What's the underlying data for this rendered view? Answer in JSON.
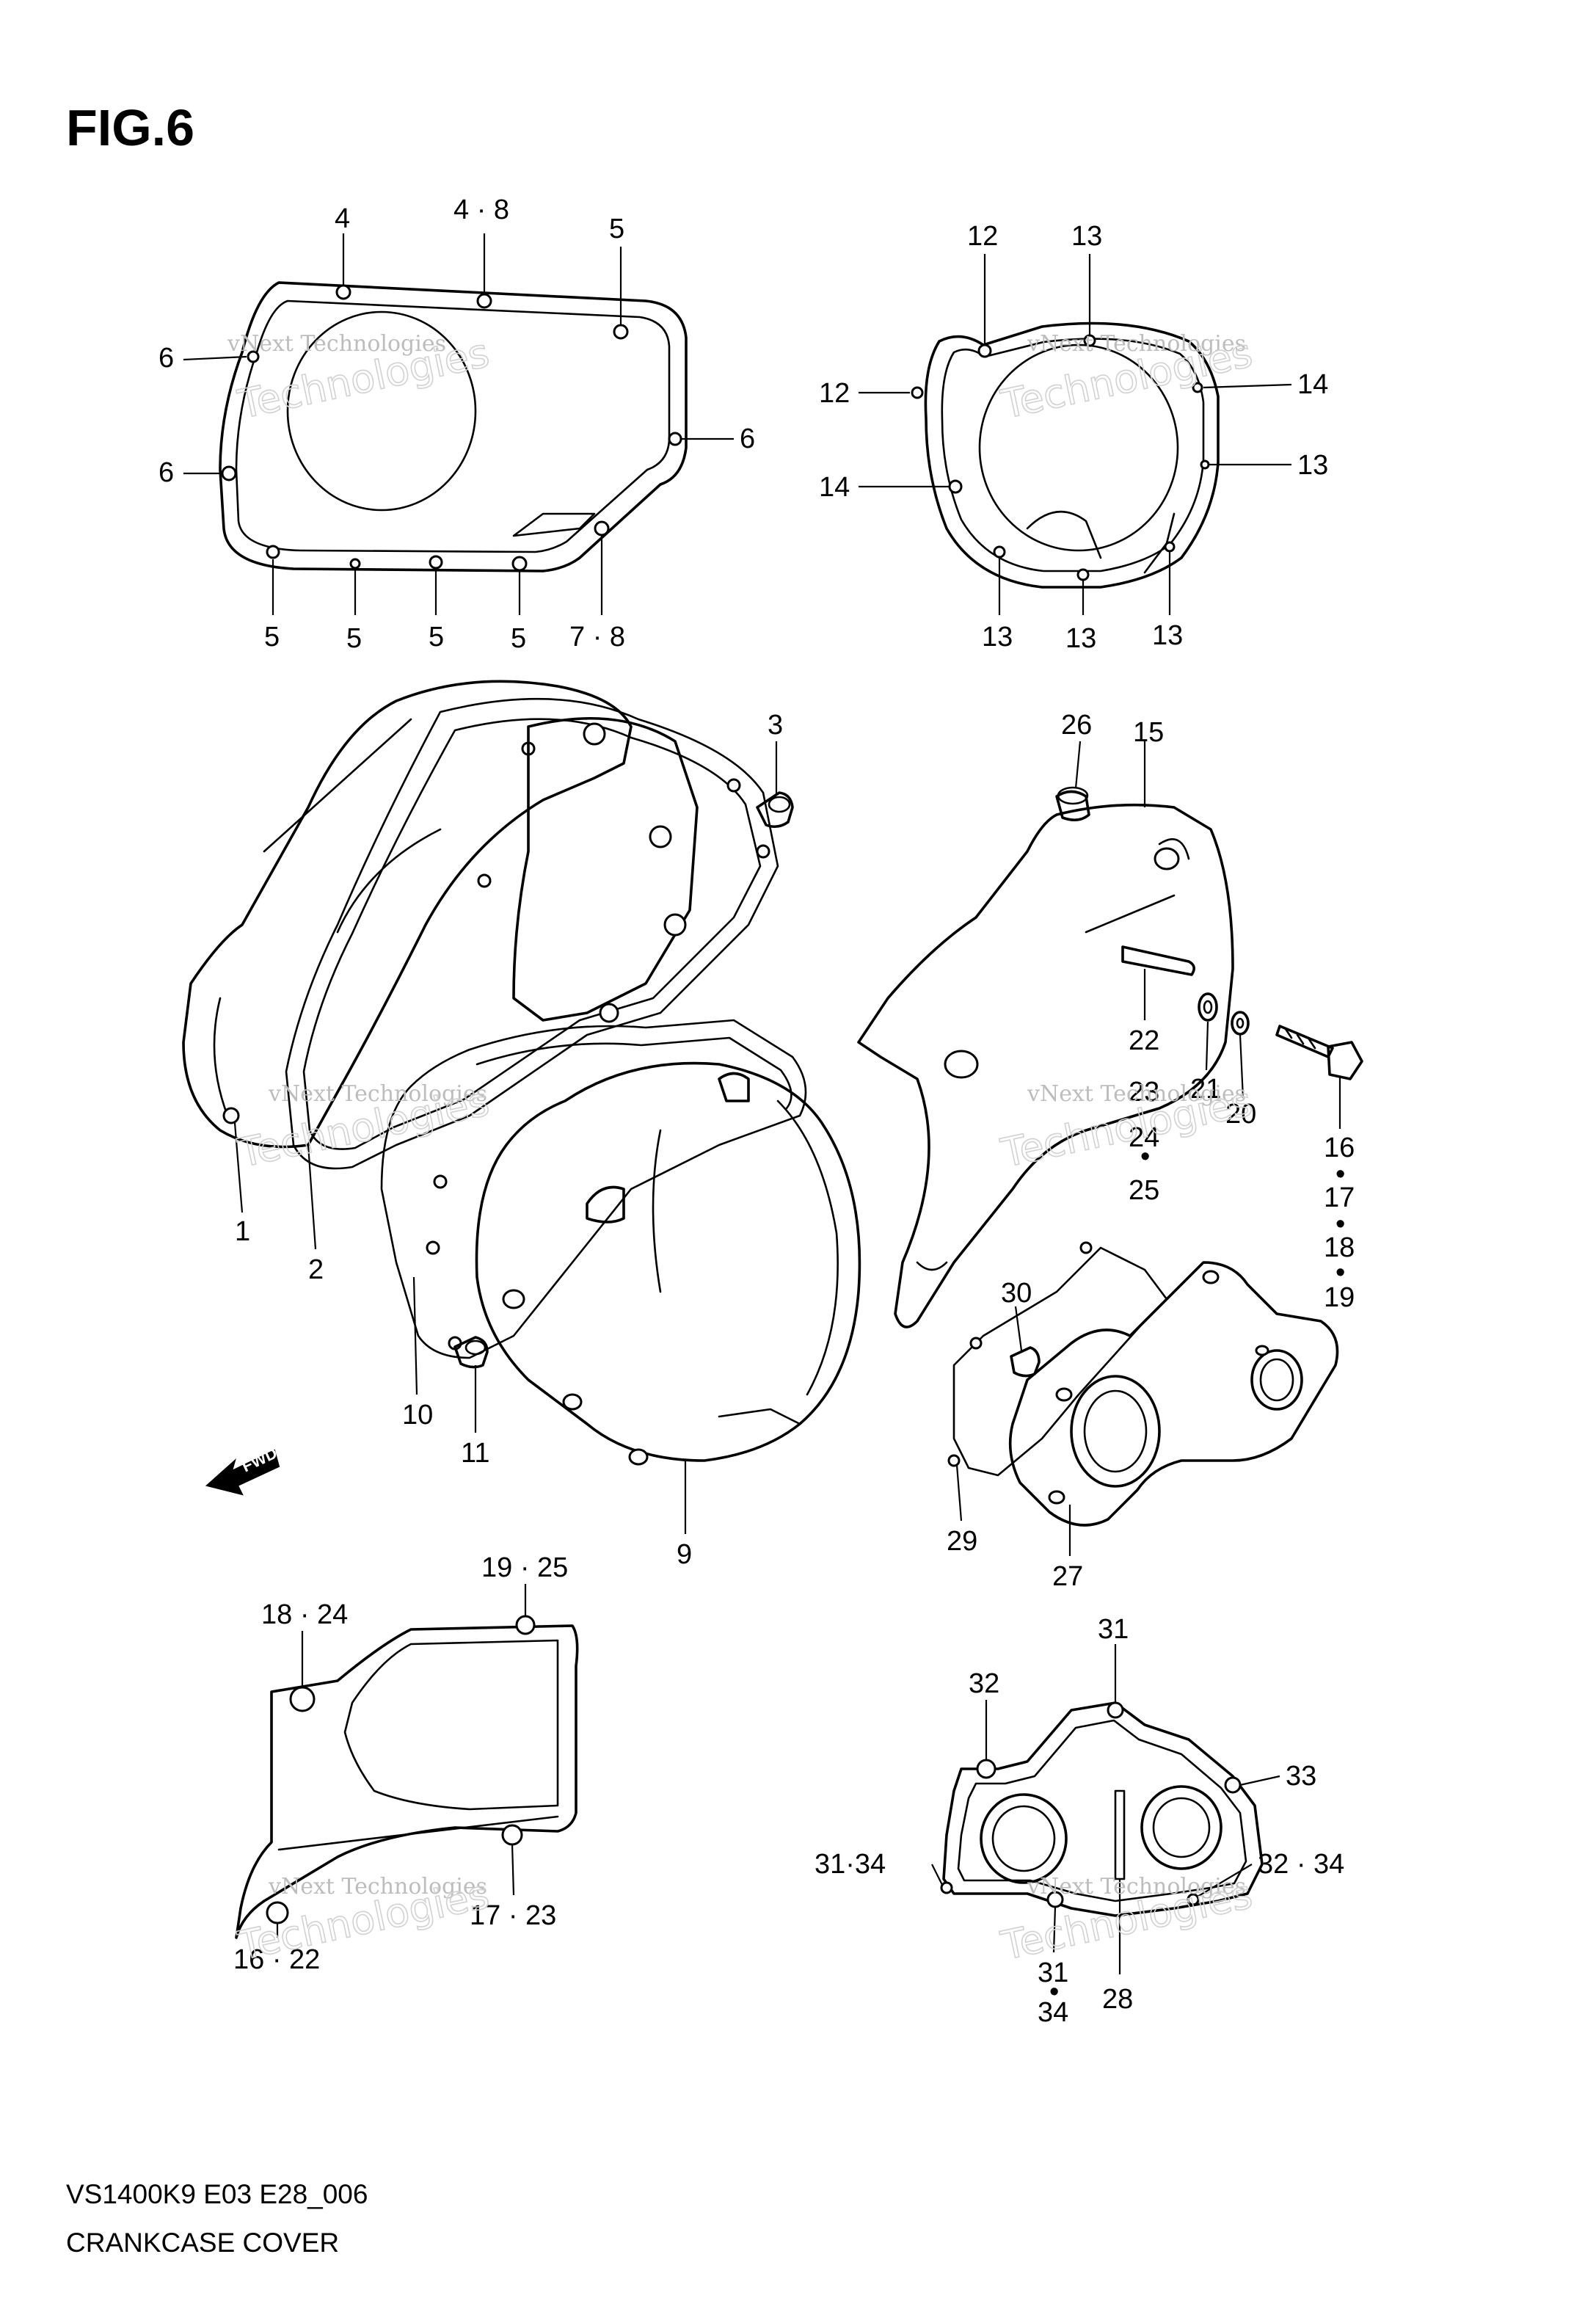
{
  "figure": {
    "title": "FIG.6",
    "model_code": "VS1400K9 E03 E28_006",
    "name": "CRANKCASE COVER"
  },
  "watermark": {
    "line1": "vNext Technologies",
    "line2": "Technologies"
  },
  "direction_arrow": "FWD",
  "callouts": {
    "c_4a": "4",
    "c_48": "4 · 8",
    "c_5a": "5",
    "c_6a": "6",
    "c_6b": "6",
    "c_6c": "6",
    "c_5b": "5",
    "c_5c": "5",
    "c_5d": "5",
    "c_5e": "5",
    "c_78": "7 · 8",
    "c_12a": "12",
    "c_13a": "13",
    "c_12b": "12",
    "c_14a": "14",
    "c_14b": "14",
    "c_13b": "13",
    "c_13c": "13",
    "c_13d": "13",
    "c_13e": "13",
    "c_3": "3",
    "c_26": "26",
    "c_15": "15",
    "c_22": "22",
    "c_21": "21",
    "c_20": "20",
    "c_23": "23",
    "c_24": "24",
    "c_25": "25",
    "c_16": "16",
    "c_17": "17",
    "c_18": "18",
    "c_19": "19",
    "c_1": "1",
    "c_2": "2",
    "c_10": "10",
    "c_11": "11",
    "c_9": "9",
    "c_30": "30",
    "c_29": "29",
    "c_27": "27",
    "c_1925": "19 · 25",
    "c_1824": "18 · 24",
    "c_1723": "17 · 23",
    "c_1622": "16 · 22",
    "c_31a": "31",
    "c_32": "32",
    "c_33": "33",
    "c_3134": "31·34",
    "c_3234": "32 · 34",
    "c_31b": "31",
    "c_34": "34",
    "c_28": "28"
  }
}
